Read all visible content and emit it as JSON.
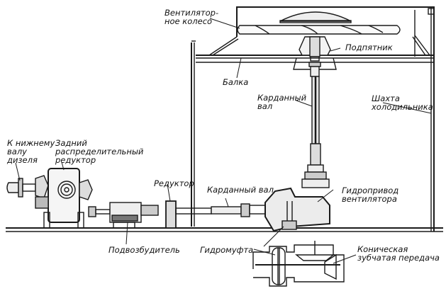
{
  "title": "Привод вентилятора холодильника тепловоза",
  "colors": {
    "ink": "#1a1a1a",
    "paper": "#ffffff",
    "shade": "#888888"
  },
  "labels": {
    "fan_wheel": [
      "Вентилятор-",
      "ное колесо"
    ],
    "thrust_bearing": "Подпятник",
    "beam": "Балка",
    "cardan_shaft_vertical": [
      "Карданный",
      "вал"
    ],
    "cooler_shaft": [
      "Шахта",
      "холодильника"
    ],
    "to_diesel": [
      "К нижнему",
      "валу",
      "дизеля"
    ],
    "rear_gearbox": [
      "Задний",
      "распределительный",
      "редуктор"
    ],
    "reducer": "Редуктор",
    "cardan_shaft_horizontal": "Карданный вал",
    "fan_hydrodrive": [
      "Гидропривод",
      "вентилятора"
    ],
    "exciter": "Подвозбудитель",
    "fluid_coupling": "Гидромуфта",
    "bevel_gear": [
      "Коническая",
      "зубчатая передача"
    ]
  }
}
